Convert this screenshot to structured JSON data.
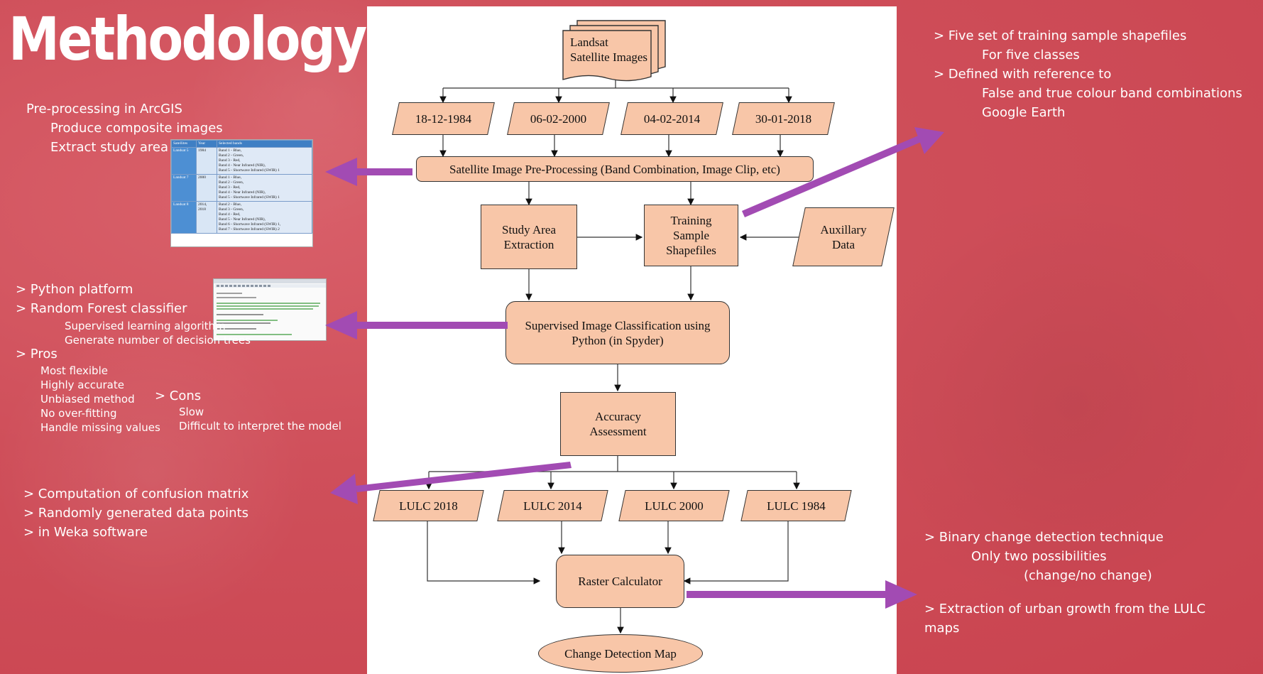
{
  "title": "Methodology",
  "left_notes": {
    "preprocessing": [
      "Pre-processing in ArcGIS",
      "Produce composite images",
      "Extract study area"
    ],
    "python": [
      "> Python platform",
      "> Random Forest classifier"
    ],
    "python_sub": [
      "Supervised learning algorithm",
      "Generate number of decision trees"
    ],
    "pros_head": "> Pros",
    "pros": [
      "Most flexible",
      "Highly accurate",
      "Unbiased method",
      "No over-fitting",
      "Handle missing values"
    ],
    "cons_head": "> Cons",
    "cons": [
      "Slow",
      "Difficult to interpret the model"
    ],
    "accuracy": [
      "> Computation of confusion matrix",
      ">  Randomly generated data points",
      ">  in Weka software"
    ]
  },
  "right_notes": {
    "training": [
      "> Five set of training sample shapefiles",
      "For five classes",
      "> Defined with reference to",
      "False and true colour band combinations",
      "Google Earth"
    ],
    "change": [
      "> Binary change detection technique",
      "Only two possibilities",
      "(change/no change)",
      "> Extraction of urban growth from the LULC",
      "maps"
    ]
  },
  "band_table": {
    "header": [
      "Satellites",
      "Year",
      "Selected bands"
    ],
    "rows": [
      {
        "sat": "Landsat 5",
        "year": "1984",
        "bands": [
          "Band 1 - Blue,",
          "Band 2 - Green,",
          "Band 3 - Red,",
          "Band 4 - Near Infrared (NIR),",
          "Band 5 - Shortwave Infrared (SWIR) 1"
        ]
      },
      {
        "sat": "Landsat 7",
        "year": "2000",
        "bands": [
          "Band 1 - Blue,",
          "Band 2 - Green,",
          "Band 3 - Red,",
          "Band 4 - Near Infrared (NIR),",
          "Band 5 - Shortwave Infrared (SWIR) 1"
        ]
      },
      {
        "sat": "Landsat 8",
        "year": "2014, 2018",
        "bands": [
          "Band 2 - Blue,",
          "Band 3 - Green,",
          "Band 4 - Red,",
          "Band 5 - Near Infrared (NIR),",
          "Band 6 - Shortwave Infrared (SWIR) 1,",
          "Band 7 - Shortwave Infrared (SWIR) 2"
        ]
      }
    ]
  },
  "flowchart": {
    "source": "Landsat Satellite Images",
    "dates": [
      "18-12-1984",
      "06-02-2000",
      "04-02-2014",
      "30-01-2018"
    ],
    "preprocessing": "Satellite Image Pre-Processing (Band Combination, Image Clip, etc)",
    "study_area": "Study Area Extraction",
    "training": "Training Sample Shapefiles",
    "auxillary": "Auxillary Data",
    "classification": "Supervised Image Classification using Python (in Spyder)",
    "accuracy": "Accuracy Assessment",
    "lulc": [
      "LULC 2018",
      "LULC 2014",
      "LULC 2000",
      "LULC 1984"
    ],
    "raster": "Raster Calculator",
    "change_map": "Change Detection Map"
  },
  "colors": {
    "background": "#cc4a55",
    "box_fill": "#f8c6a8",
    "arrow": "#a24bb3"
  }
}
